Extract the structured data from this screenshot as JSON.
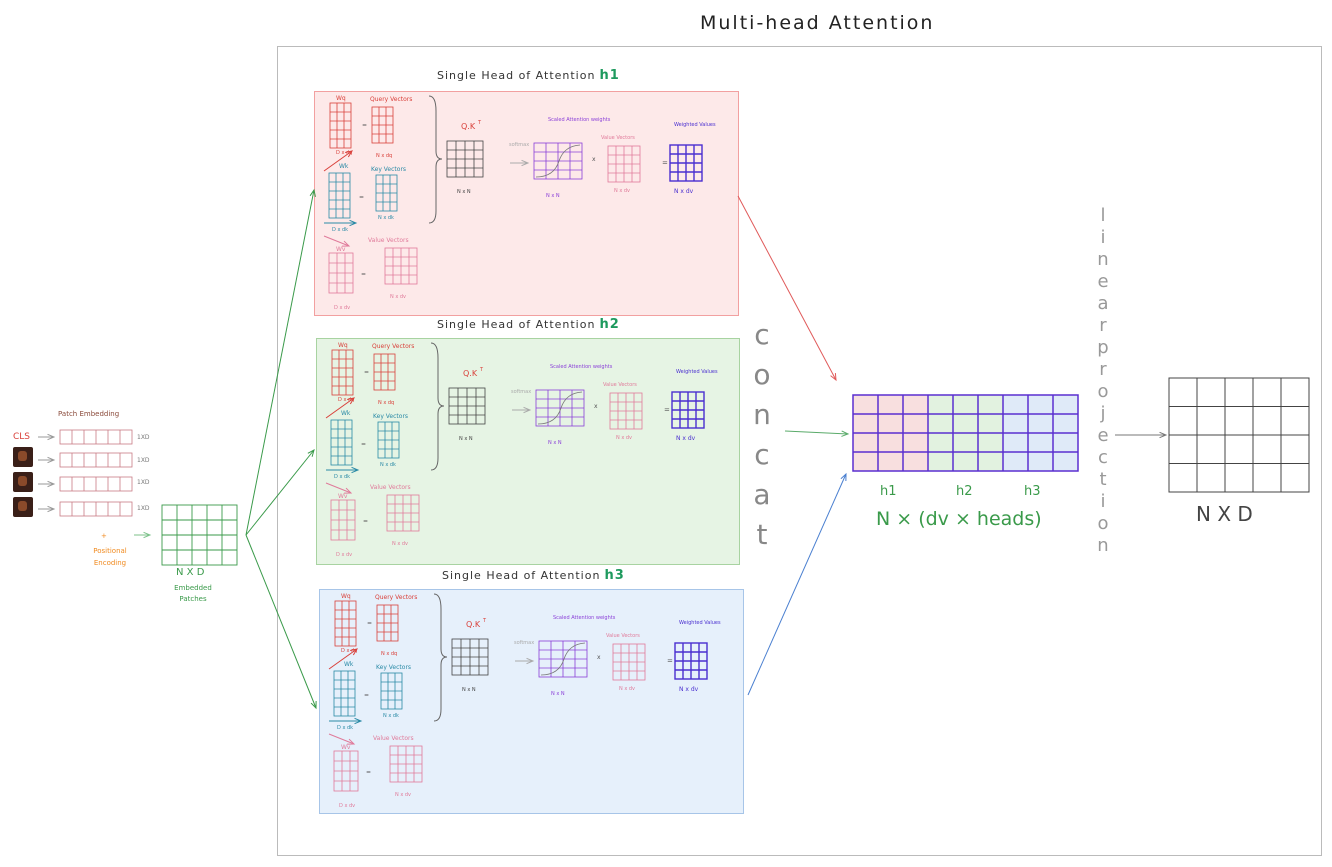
{
  "title": "Multi-head Attention",
  "left": {
    "patch_embedding": "Patch Embedding",
    "cls": "CLS",
    "row_dim": "1XD",
    "plus": "+",
    "positional_encoding": "Positional Encoding",
    "embedded_dim": "N X D",
    "embedded_patches": "Embedded Patches"
  },
  "heads": [
    {
      "label": "Single Head of Attention",
      "tag": "h1"
    },
    {
      "label": "Single Head of Attention",
      "tag": "h2"
    },
    {
      "label": "Single Head of Attention",
      "tag": "h3"
    }
  ],
  "head_inner": {
    "wq": "Wq",
    "query_vectors": "Query Vectors",
    "d_x_dq": "D x dq",
    "n_x_dq": "N x dq",
    "wk": "Wk",
    "key_vectors": "Key Vectors",
    "d_x_dk": "D x dk",
    "n_x_dk": "N x dk",
    "wv": "Wv",
    "value_vectors": "Value Vectors",
    "d_x_dv": "D x dv",
    "n_x_dv": "N x dv",
    "qkt": "Q.K",
    "qkt_sup": "T",
    "n_x_n": "N x N",
    "scaled_attention": "Scaled Attention weights",
    "softmax": "softmax",
    "weighted_values": "Weighted Values",
    "n_x_dv_out": "N x dv",
    "eq": "=",
    "x": "x"
  },
  "concat": "concat",
  "concat_labels": {
    "h1": "h1",
    "h2": "h2",
    "h3": "h3",
    "dims": "N × (dv × heads)"
  },
  "linear_projection": "linear projection",
  "output_dim": "N X D",
  "colors": {
    "query": "#d9403a",
    "key": "#2a8aa6",
    "value": "#e07a9a",
    "attention": "#8a3fd8",
    "weighted": "#4a2fd0",
    "embedded": "#3a9a4a",
    "head_tag": "#1e9a5e"
  }
}
